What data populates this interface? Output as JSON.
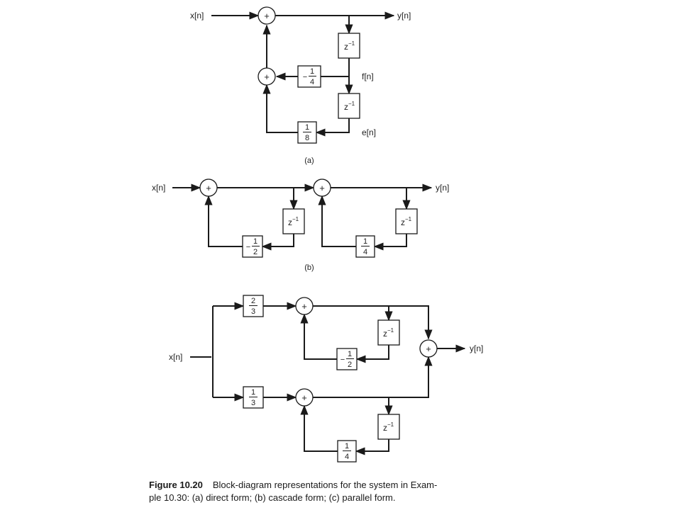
{
  "labels": {
    "x": "x[n]",
    "y": "y[n]",
    "f": "f[n]",
    "e": "e[n]",
    "plus": "+",
    "z": "z",
    "zexp": "−1"
  },
  "panels": {
    "a": {
      "caption": "(a)",
      "gain1": {
        "sign": "−",
        "num": "1",
        "den": "4"
      },
      "gain2": {
        "sign": "",
        "num": "1",
        "den": "8"
      }
    },
    "b": {
      "caption": "(b)",
      "gain1": {
        "sign": "−",
        "num": "1",
        "den": "2"
      },
      "gain2": {
        "sign": "",
        "num": "1",
        "den": "4"
      }
    },
    "c": {
      "gain_top": {
        "sign": "",
        "num": "2",
        "den": "3"
      },
      "gain_bot": {
        "sign": "",
        "num": "1",
        "den": "3"
      },
      "fb_top": {
        "sign": "−",
        "num": "1",
        "den": "2"
      },
      "fb_bot": {
        "sign": "",
        "num": "1",
        "den": "4"
      }
    }
  },
  "caption": {
    "figure": "Figure 10.20",
    "line1": "Block-diagram representations for the system in Exam-",
    "line2": "ple 10.30: (a) direct form; (b) cascade form; (c) parallel form."
  }
}
